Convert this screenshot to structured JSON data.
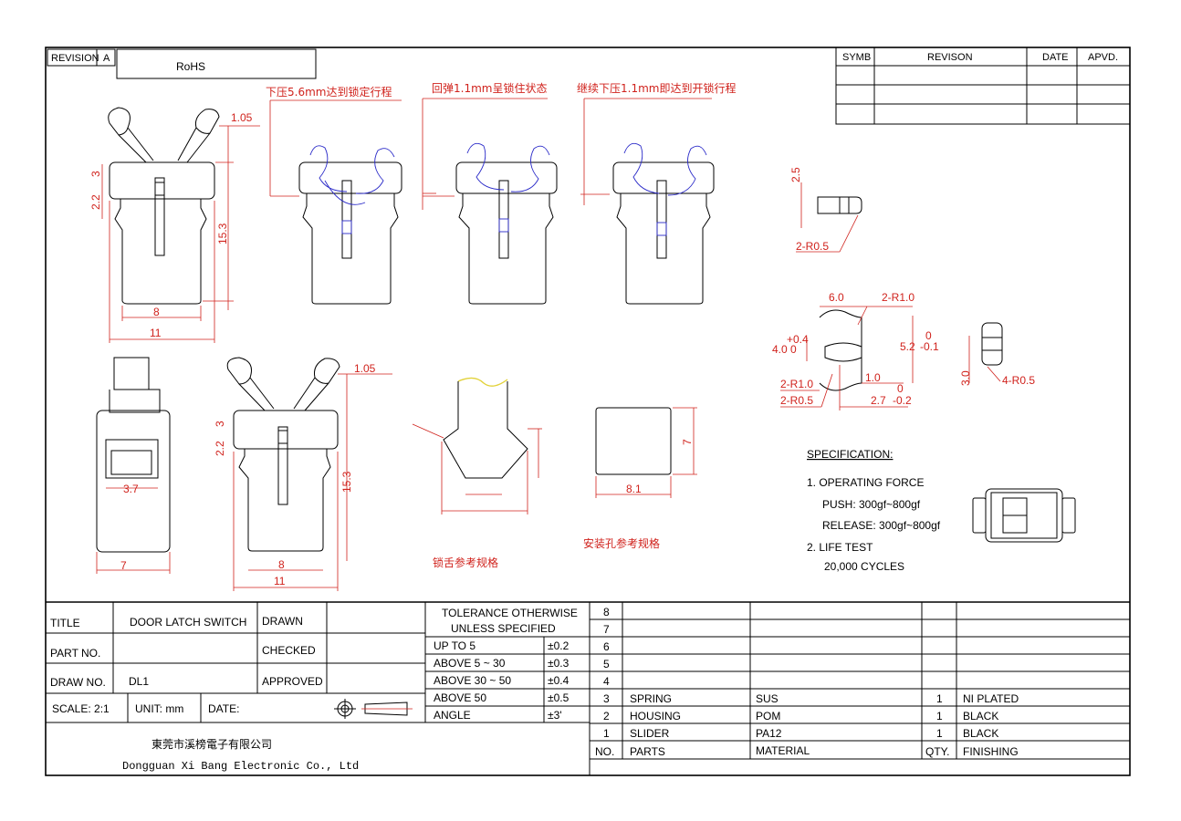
{
  "header": {
    "revision_label": "REVISION",
    "revision_value": "A",
    "rohs": "RoHS",
    "rev_table_headers": [
      "SYMB",
      "REVISON",
      "DATE",
      "APVD."
    ]
  },
  "notes": {
    "press_down": "下压5.6mm达到锁定行程",
    "rebound": "回弹1.1mm呈锁住状态",
    "press_again": "继续下压1.1mm即达到开锁行程",
    "tongue_spec": "锁舌参考规格",
    "hole_spec": "安装孔参考规格"
  },
  "dims": {
    "d1": "1.05",
    "d2": "3",
    "d3": "2.2",
    "d4": "15.3",
    "d5": "8",
    "d6": "11",
    "d7": "2.5",
    "d8": "2-R0.5",
    "d9": "6.0",
    "d10": "2-R1.0",
    "d11": "4.0",
    "d12": "5.2",
    "d13": "1.0",
    "d14": "2-R1.0",
    "d15": "2-R0.5",
    "d16": "2.7",
    "d17": "3.0",
    "d18": "4-R0.5",
    "d19": "3.7",
    "d20": "7",
    "d21": "8.1",
    "d22": "7",
    "tol_plus": "+0.4",
    "tol_zero": "0",
    "tol_m01": "-0.1",
    "tol_m02": "-0.2"
  },
  "spec": {
    "heading": "SPECIFICATION:",
    "l1": "1. OPERATING FORCE",
    "l2": "PUSH: 300gf~800gf",
    "l3": "RELEASE: 300gf~800gf",
    "l4": "2. LIFE TEST",
    "l5": "20,000 CYCLES"
  },
  "title_block": {
    "title_label": "TITLE",
    "title_value": "DOOR LATCH SWITCH",
    "drawn": "DRAWN",
    "part_no": "PART NO.",
    "checked": "CHECKED",
    "draw_no": "DRAW NO.",
    "draw_no_value": "DL1",
    "approved": "APPROVED",
    "scale": "SCALE: 2:1",
    "unit": "UNIT: mm",
    "date": "DATE:",
    "tol_head1": "TOLERANCE OTHERWISE",
    "tol_head2": "UNLESS SPECIFIED",
    "tol_rows": [
      [
        "UP TO 5",
        "±0.2"
      ],
      [
        "ABOVE 5 ~ 30",
        "±0.3"
      ],
      [
        "ABOVE 30 ~ 50",
        "±0.4"
      ],
      [
        "ABOVE 50",
        "±0.5"
      ],
      [
        "ANGLE",
        "±3'"
      ]
    ],
    "company_cn": "東莞市溪榜電子有限公司",
    "company_en": "Dongguan Xi Bang Electronic Co., Ltd"
  },
  "bom": {
    "numbers": [
      "8",
      "7",
      "6",
      "5",
      "4",
      "3",
      "2",
      "1"
    ],
    "rows": [
      {
        "no": "3",
        "part": "SPRING",
        "material": "SUS",
        "qty": "1",
        "finish": "NI PLATED"
      },
      {
        "no": "2",
        "part": "HOUSING",
        "material": "POM",
        "qty": "1",
        "finish": "BLACK"
      },
      {
        "no": "1",
        "part": "SLIDER",
        "material": "PA12",
        "qty": "1",
        "finish": "BLACK"
      }
    ],
    "headers": {
      "no": "NO.",
      "part": "PARTS",
      "material": "MATERIAL",
      "qty": "QTY.",
      "finish": "FINISHING"
    }
  }
}
